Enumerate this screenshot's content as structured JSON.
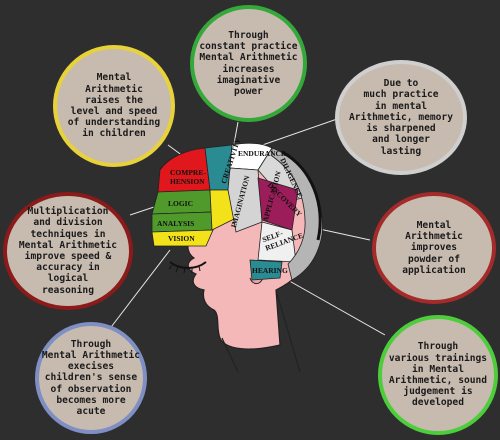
{
  "bubbles": {
    "top_center": "Through\nconstant practice\nMental Arithmetic\nincreases\nimaginative\npower",
    "top_left": "Mental\nArithmetic\nraises the\nlevel and speed\nof understanding\nin children",
    "top_right": "Due to\nmuch practice\nin mental\nArithmetic, memory\nis sharpened\nand longer\nlasting",
    "mid_left": "Multiplication\nand division\ntechniques in\nMental Arithmetic\nimprove speed &\naccuracy in\nlogical\nreasoning",
    "mid_right": "Mental\nArithmetic\nimproves\npowder of\napplication",
    "bottom_left": "Through\nMental Arithmetic\nexecises\nchildren's sense\nof observation\nbecomes more\nacute",
    "bottom_right": "Through\nvarious trainings\nin Mental\nArithmetic, sound\njudgement is\ndeveloped"
  },
  "brain_labels": {
    "comprehension": "COMPRE-\nHENSION",
    "logic": "LOGIC",
    "analysis": "ANALYSIS",
    "vision": "VISION",
    "endurance": "ENDURANCE",
    "imagination": "IMAGINATION",
    "application": "APPLICATION",
    "diligence": "DILIGENCE",
    "discovery": "DISCOVERY",
    "self_reliance": "SELF-\nRELIANCE",
    "hearing": "HEARING",
    "creativity": "CREATIVITY"
  },
  "colors": {
    "background": "#2e2e2e",
    "bubble_fill": "#c7bbb0",
    "yellow_ring": "#e8d23a",
    "green_ring": "#35a83a",
    "red_ring": "#a52a2a",
    "blue_ring": "#7f8fc4",
    "bright_green_ring": "#4ccd3a",
    "skin": "#f5b8b8"
  }
}
